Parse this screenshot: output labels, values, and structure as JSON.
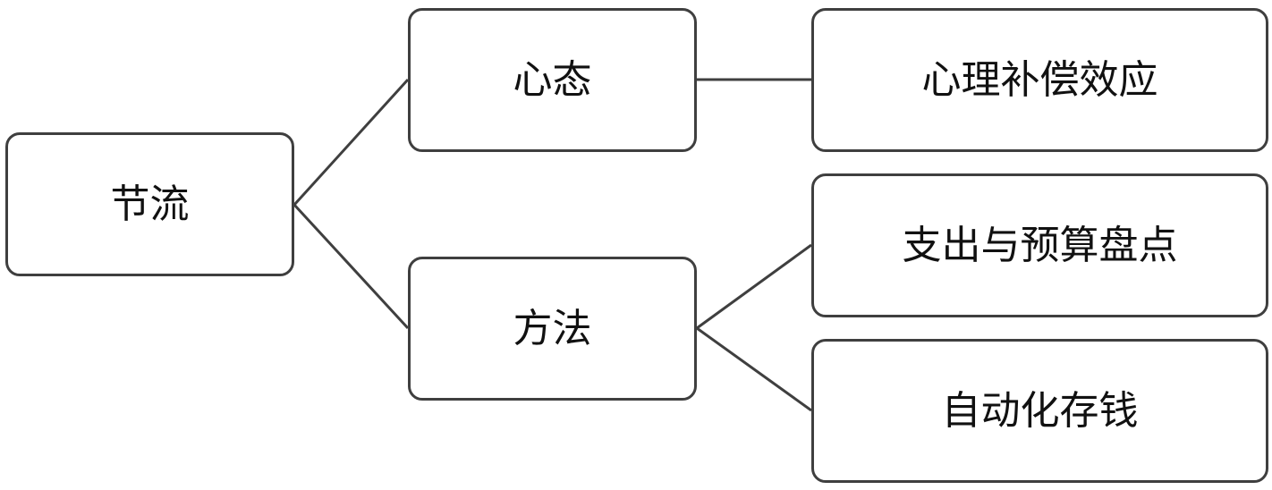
{
  "root": {
    "label": "节流"
  },
  "branches": [
    {
      "label": "心态",
      "children": [
        {
          "label": "心理补偿效应"
        }
      ]
    },
    {
      "label": "方法",
      "children": [
        {
          "label": "支出与预算盘点"
        },
        {
          "label": "自动化存钱"
        }
      ]
    }
  ],
  "colors": {
    "border": "#3f3f3f",
    "connector": "#3f3f3f",
    "text": "#111111",
    "background": "#ffffff"
  }
}
